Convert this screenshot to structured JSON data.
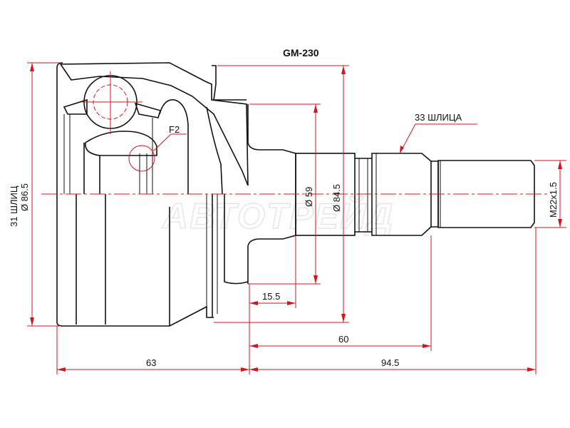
{
  "title": "GM-230",
  "watermark": "АВТОТРЕЙД",
  "labels": {
    "housing_splines": "31 ШЛИЦ",
    "outer_diameter": "Ø 86.5",
    "detail": "F2",
    "shaft_splines": "33 ШЛИЦА",
    "neck_diameter": "Ø 59",
    "seal_diameter": "Ø 84.5",
    "thread": "M22x1.5",
    "dim_15_5": "15.5",
    "dim_60": "60",
    "dim_63": "63",
    "dim_94_5": "94.5"
  },
  "colors": {
    "dimension": "#d4161c",
    "outline": "#111111"
  }
}
